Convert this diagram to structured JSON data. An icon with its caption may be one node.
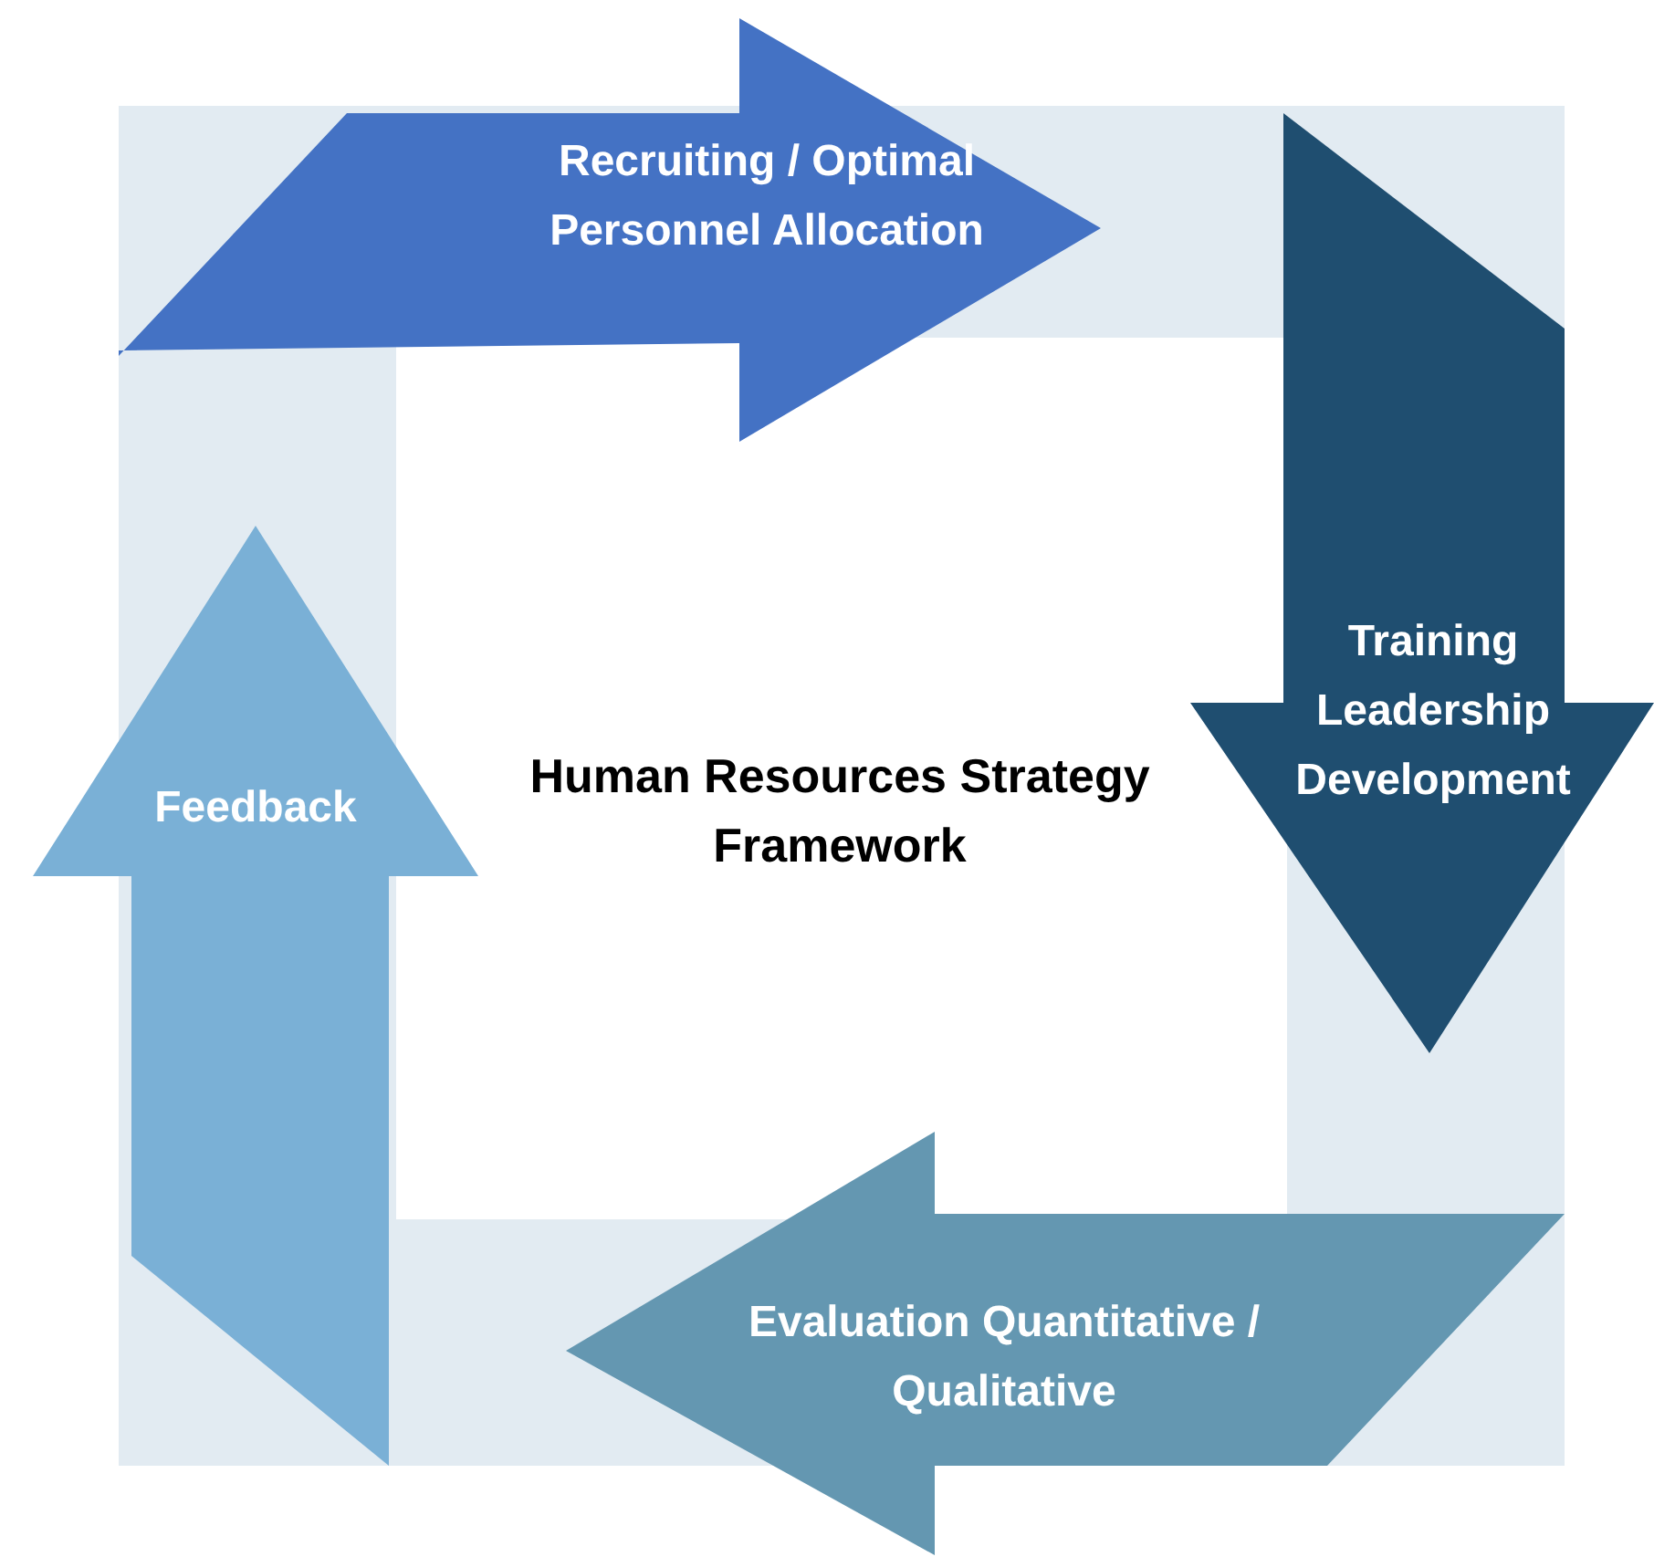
{
  "diagram": {
    "title": "Human Resources Strategy Framework",
    "nodes": [
      {
        "text": [
          "Recruiting / Optimal Personnel Allocation"
        ]
      },
      {
        "text": [
          "Training Leadership Development"
        ]
      },
      {
        "text": [
          "Evaluation Quantitative / Qualitative"
        ]
      },
      {
        "text": [
          "Feedback"
        ]
      }
    ]
  }
}
